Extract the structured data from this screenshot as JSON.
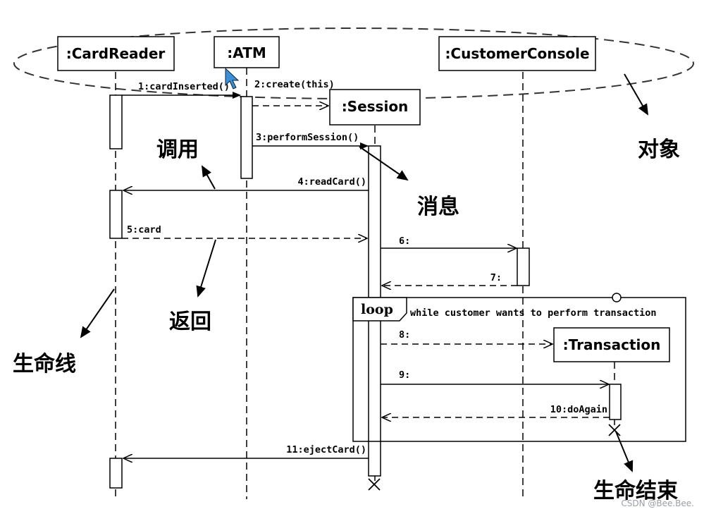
{
  "objects": [
    {
      "id": "cardreader",
      "label": ":CardReader"
    },
    {
      "id": "atm",
      "label": ":ATM"
    },
    {
      "id": "session",
      "label": ":Session"
    },
    {
      "id": "customerconsole",
      "label": ":CustomerConsole"
    },
    {
      "id": "transaction",
      "label": ":Transaction"
    }
  ],
  "messages": [
    {
      "label": "1:cardInserted()",
      "kind": "call"
    },
    {
      "label": "2:create(this)",
      "kind": "create"
    },
    {
      "label": "3:performSession()",
      "kind": "call"
    },
    {
      "label": "4:readCard()",
      "kind": "call"
    },
    {
      "label": "5:card",
      "kind": "return"
    },
    {
      "label": "6:",
      "kind": "call"
    },
    {
      "label": "7:",
      "kind": "return"
    },
    {
      "label": "8:",
      "kind": "create"
    },
    {
      "label": "9:",
      "kind": "call"
    },
    {
      "label": "10:doAgain",
      "kind": "return"
    },
    {
      "label": "11:ejectCard()",
      "kind": "call"
    }
  ],
  "fragment": {
    "operator": "loop",
    "guard": "while customer wants to perform transaction"
  },
  "annotations": {
    "call": "调用",
    "object": "对象",
    "message": "消息",
    "return": "返回",
    "lifeline": "生命线",
    "end_of_life": "生命结束"
  },
  "watermark": "CSDN @Bee.Bee."
}
